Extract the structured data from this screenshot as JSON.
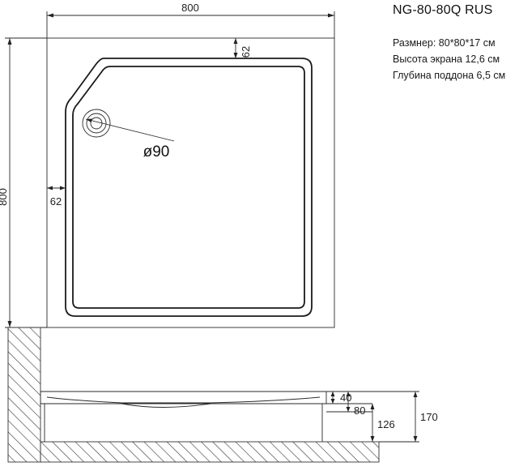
{
  "model": "NG-80-80Q RUS",
  "specs": [
    "Размнер: 80*80*17 см",
    "Высота экрана 12,6 см",
    "Глубина поддона 6,5 см"
  ],
  "dimensions": {
    "top_width": "800",
    "side_height": "800",
    "offset_top": "62",
    "offset_left": "62",
    "drain_diameter": "ø90",
    "profile_40": "40",
    "profile_80": "80",
    "profile_126": "126",
    "profile_170": "170"
  }
}
